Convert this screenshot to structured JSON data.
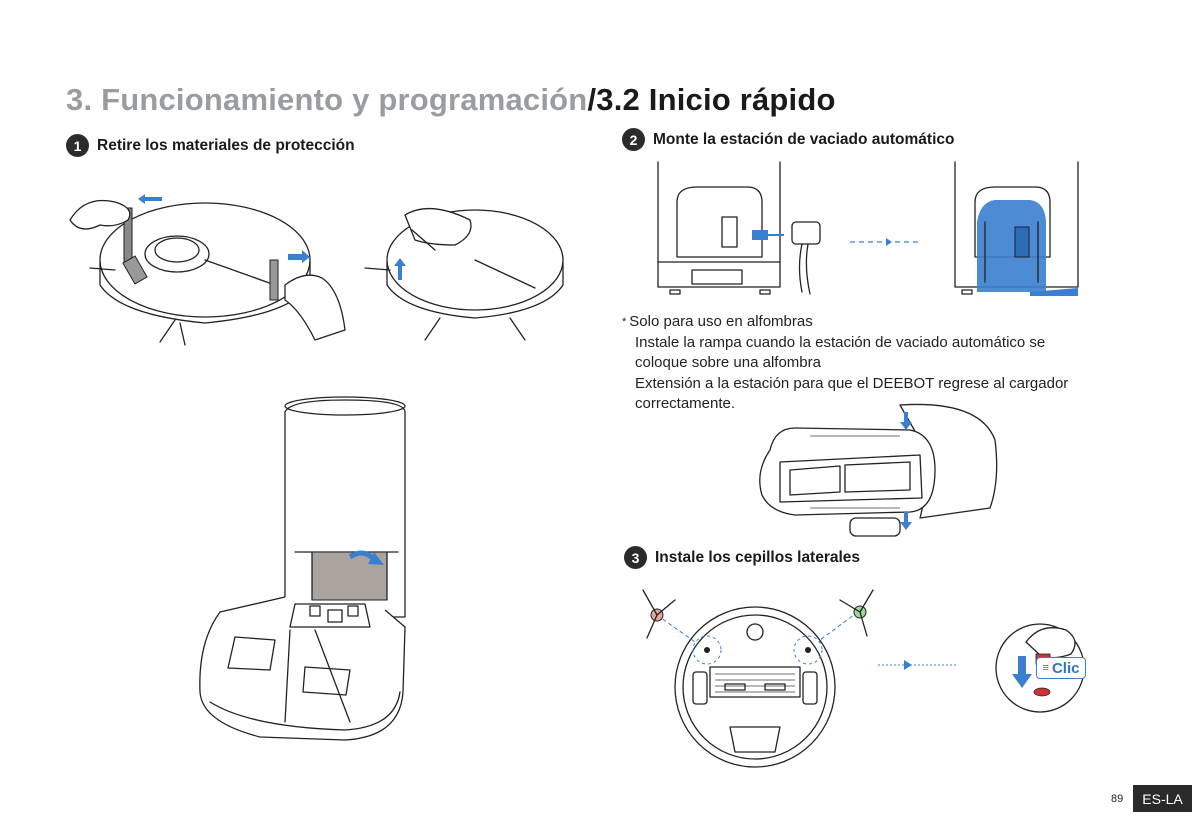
{
  "header": {
    "section": "3. Funcionamiento y programación",
    "subsection": "/3.2 Inicio rápido"
  },
  "steps": [
    {
      "number": "1",
      "label": "Retire los materiales de protección"
    },
    {
      "number": "2",
      "label": "Monte la estación de vaciado automático"
    },
    {
      "number": "3",
      "label": "Instale los cepillos laterales"
    }
  ],
  "note": {
    "marker": "*",
    "lines": [
      "Solo para uso en alfombras",
      "Instale la rampa cuando la estación de vaciado automático se",
      "coloque sobre una alfombra",
      "Extensión a la estación para que el DEEBOT regrese al cargador",
      "correctamente."
    ]
  },
  "callout": {
    "clic_label": "Clic"
  },
  "footer": {
    "page_number": "89",
    "language": "ES-LA"
  },
  "colors": {
    "accent_blue": "#3a7fd0",
    "title_grey": "#9a9da0",
    "tab_dark": "#2a2a2a",
    "panel_grey": "#aba39d"
  }
}
